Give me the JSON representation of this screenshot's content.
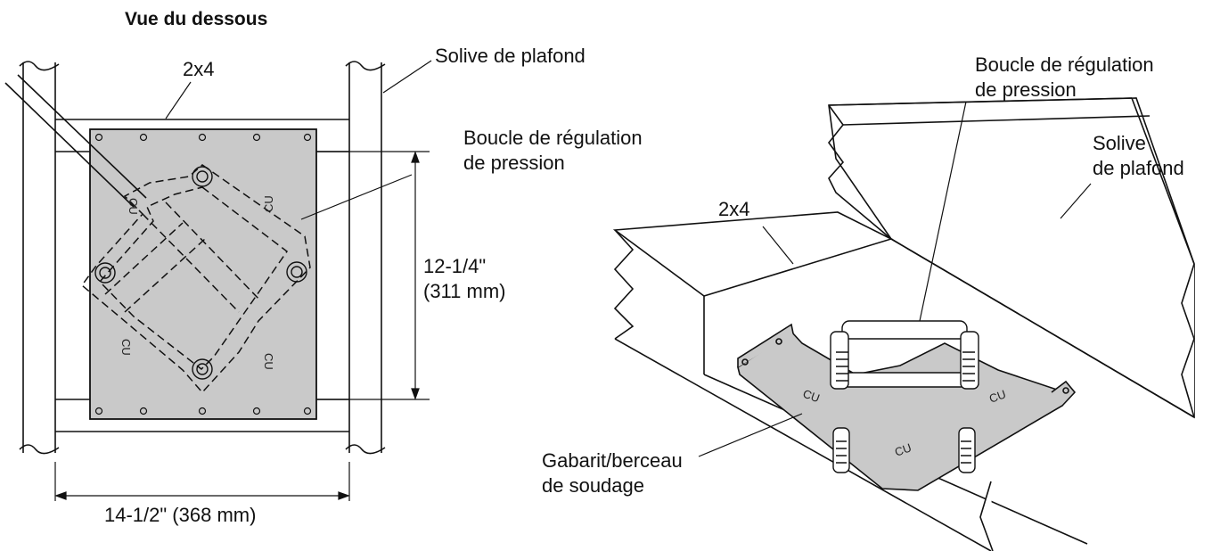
{
  "left_view": {
    "title": "Vue du dessous",
    "joist_label": "Solive de plafond",
    "stud_label": "2x4",
    "loop_label_line1": "Boucle de régulation",
    "loop_label_line2": "de pression",
    "height_dim_line1": "12-1/4\"",
    "height_dim_line2": "(311 mm)",
    "width_dim": "14-1/2\" (368 mm)"
  },
  "right_view": {
    "loop_label_line1": "Boucle de régulation",
    "loop_label_line2": "de pression",
    "joist_label_line1": "Solive",
    "joist_label_line2": "de plafond",
    "stud_label": "2x4",
    "jig_label_line1": "Gabarit/berceau",
    "jig_label_line2": "de soudage"
  },
  "pipe_marks": [
    "CU",
    "CU",
    "CU",
    "CU"
  ]
}
